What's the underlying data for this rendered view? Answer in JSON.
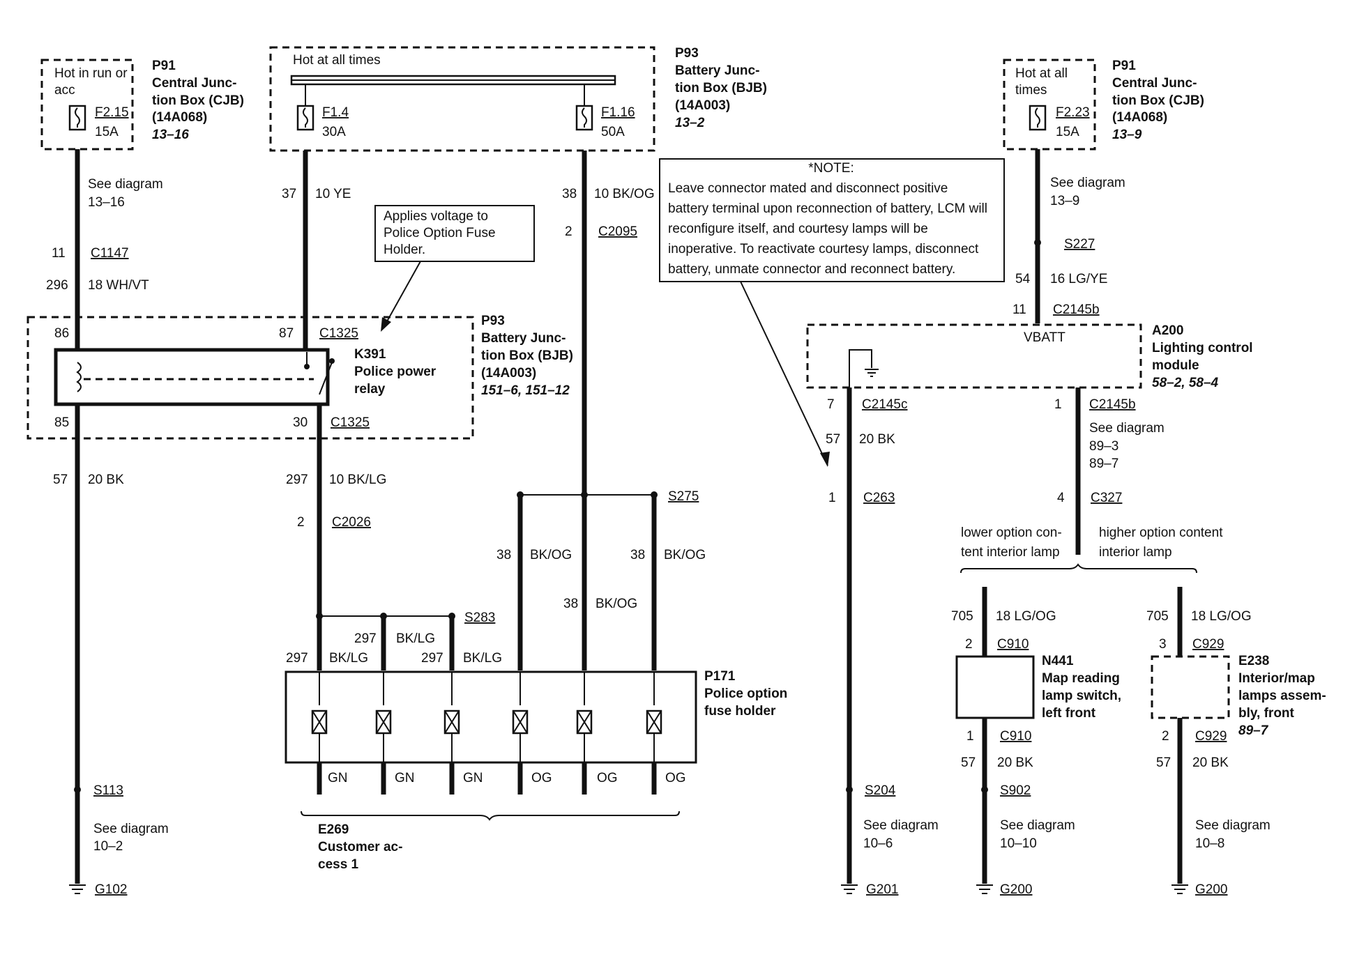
{
  "cjb_left": {
    "hot_label": [
      "Hot in run or",
      "acc"
    ],
    "fuse": "F2.15",
    "amps": "15A",
    "name": [
      "P91",
      "Central Junc-",
      "tion Box (CJB)",
      "(14A068)"
    ],
    "ref": "13–16"
  },
  "bjb_top": {
    "hot_label": "Hot at all times",
    "fuse1": "F1.4",
    "amps1": "30A",
    "fuse2": "F1.16",
    "amps2": "50A",
    "name": [
      "P93",
      "Battery Junc-",
      "tion Box (BJB)",
      "(14A003)"
    ],
    "ref": "13–2"
  },
  "cjb_right": {
    "hot_label": [
      "Hot at all",
      "times"
    ],
    "fuse": "F2.23",
    "amps": "15A",
    "name": [
      "P91",
      "Central Junc-",
      "tion Box (CJB)",
      "(14A068)"
    ],
    "ref": "13–9"
  },
  "note": {
    "title": "*NOTE:",
    "lines": [
      "Leave connector mated and disconnect positive",
      "battery terminal upon reconnection of battery, LCM will",
      "reconfigure itself, and courtesy lamps will be",
      "inoperative. To reactivate courtesy lamps, disconnect",
      "battery, unmate connector and reconnect battery."
    ]
  },
  "callout": [
    "Applies voltage to",
    "Police Option Fuse",
    "Holder."
  ],
  "relay": {
    "name": [
      "K391",
      "Police power",
      "relay"
    ],
    "bjb_name": [
      "P93",
      "Battery Junc-",
      "tion Box (BJB)",
      "(14A003)"
    ],
    "bjb_ref": "151–6, 151–12",
    "pin86": "86",
    "pin87": "87",
    "pin85": "85",
    "pin30": "30",
    "c_top": "C1325",
    "c_bot": "C1325"
  },
  "w_left": {
    "see": "See diagram",
    "see_ref": "13–16",
    "pin": "11",
    "conn": "C1147",
    "circuit": "296",
    "wire": "18 WH/VT",
    "circuit2": "57",
    "wire2": "20 BK",
    "splice": "S113",
    "see2": "See diagram",
    "see2_ref": "10–2",
    "ground": "G102"
  },
  "w_f14": {
    "circuit": "37",
    "wire": "10 YE"
  },
  "w_f116": {
    "circuit": "38",
    "wire": "10 BK/OG",
    "pin": "2",
    "conn": "C2095"
  },
  "w_relay30": {
    "circuit": "297",
    "wire": "10 BK/LG",
    "pin": "2",
    "conn": "C2026"
  },
  "s275": {
    "splice": "S275",
    "c1": "38",
    "w1": "BK/OG",
    "c2": "38",
    "w2": "BK/OG",
    "c3": "38",
    "w3": "BK/OG"
  },
  "s283": {
    "splice": "S283",
    "c1": "297",
    "w1": "BK/LG",
    "c2": "297",
    "w2": "BK/LG",
    "c3": "297",
    "w3": "BK/LG"
  },
  "fuse_holder": {
    "name": [
      "P171",
      "Police option",
      "fuse holder"
    ],
    "outputs": [
      "GN",
      "GN",
      "GN",
      "OG",
      "OG",
      "OG"
    ]
  },
  "customer": {
    "name": [
      "E269",
      "Customer ac-",
      "cess 1"
    ]
  },
  "lcm": {
    "vbatt": "VBATT",
    "name": [
      "A200",
      "Lighting control",
      "module"
    ],
    "ref": "58–2, 58–4"
  },
  "w_right_top": {
    "see": "See diagram",
    "see_ref": "13–9",
    "splice": "S227",
    "circuit": "54",
    "wire": "16 LG/YE",
    "pin": "11",
    "conn": "C2145b"
  },
  "w_c2145c": {
    "pin": "7",
    "conn": "C2145c",
    "circuit": "57",
    "wire": "20 BK",
    "pin2": "1",
    "conn2": "C263",
    "splice": "S204",
    "see": "See diagram",
    "see_ref": "10–6",
    "ground": "G201"
  },
  "w_c2145b": {
    "pin": "1",
    "conn": "C2145b",
    "see": "See diagram",
    "see_ref1": "89–3",
    "see_ref2": "89–7",
    "pin2": "4",
    "conn2": "C327"
  },
  "options": {
    "lower": [
      "lower option con-",
      "tent interior lamp"
    ],
    "higher": [
      "higher option content",
      "interior lamp"
    ]
  },
  "n441": {
    "circuit": "705",
    "wire": "18 LG/OG",
    "pin": "2",
    "conn": "C910",
    "name": [
      "N441",
      "Map reading",
      "lamp switch,",
      "left front"
    ],
    "pin2": "1",
    "conn2": "C910",
    "circuit2": "57",
    "wire2": "20 BK",
    "splice": "S902",
    "see": "See diagram",
    "see_ref": "10–10",
    "ground": "G200"
  },
  "e238": {
    "circuit": "705",
    "wire": "18 LG/OG",
    "pin": "3",
    "conn": "C929",
    "name": [
      "E238",
      "Interior/map",
      "lamps assem-",
      "bly, front"
    ],
    "ref": "89–7",
    "pin2": "2",
    "conn2": "C929",
    "circuit2": "57",
    "wire2": "20 BK",
    "see": "See diagram",
    "see_ref": "10–8",
    "ground": "G200"
  }
}
